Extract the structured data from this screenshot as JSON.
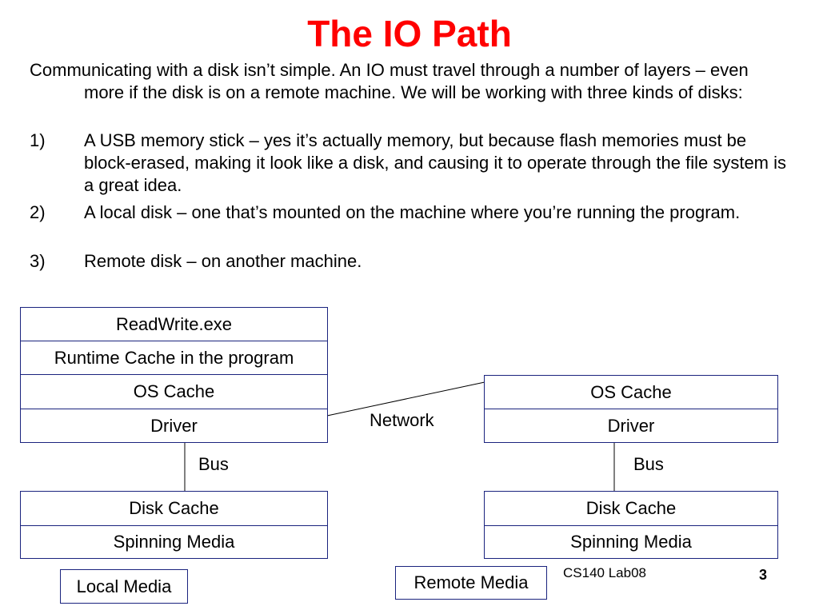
{
  "slide": {
    "title": "The IO Path",
    "intro": "Communicating with a disk isn’t simple.  An IO must travel through a number of layers – even more if the disk is on a remote machine.  We will be working with three kinds of disks:",
    "list": [
      {
        "num": "1)",
        "text": "A USB memory stick – yes it’s actually memory, but because flash memories must be block-erased, making it look like a disk, and causing it to operate through the file system is a great idea."
      },
      {
        "num": "2)",
        "text": "A local disk – one that’s mounted on the machine where you’re running the program."
      },
      {
        "num": "3)",
        "text": "Remote disk – on another machine."
      }
    ]
  },
  "diagram": {
    "local_stack": [
      "ReadWrite.exe",
      "Runtime Cache in the program",
      "OS Cache",
      "Driver"
    ],
    "local_disk": [
      "Disk Cache",
      "Spinning Media"
    ],
    "remote_stack": [
      "OS Cache",
      "Driver"
    ],
    "remote_disk": [
      "Disk Cache",
      "Spinning Media"
    ],
    "network_label": "Network",
    "local_bus_label": "Bus",
    "remote_bus_label": "Bus",
    "local_media_label": "Local Media",
    "remote_media_label": "Remote Media"
  },
  "footer": {
    "course": "CS140 Lab08",
    "page": "3"
  }
}
